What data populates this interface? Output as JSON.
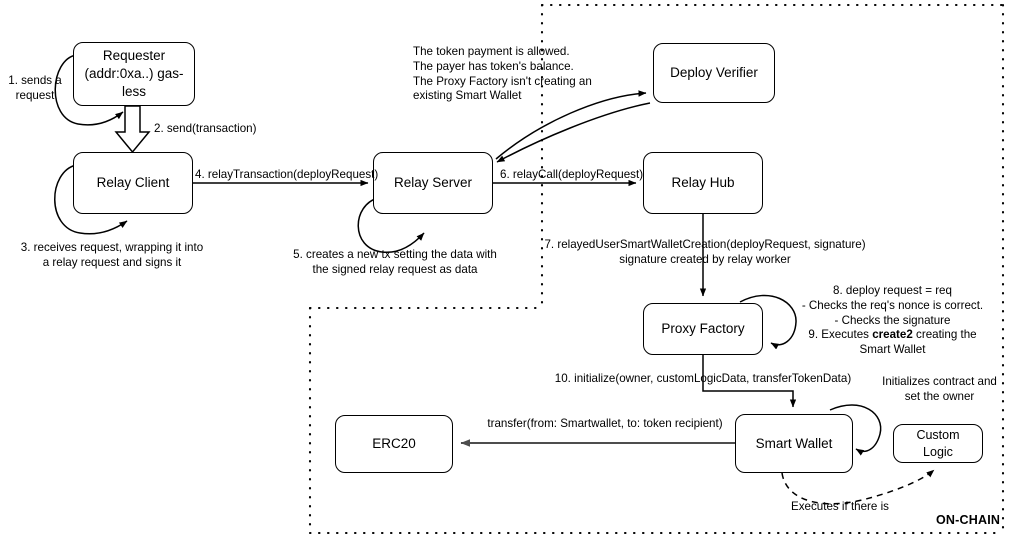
{
  "diagram": {
    "title_label": "ON-CHAIN",
    "nodes": [
      {
        "id": "requester",
        "name": "requester-node",
        "lines": "Requester\n(addr:0xa..)\ngas-less"
      },
      {
        "id": "relay_client",
        "name": "relay-client-node",
        "lines": "Relay Client"
      },
      {
        "id": "relay_server",
        "name": "relay-server-node",
        "lines": "Relay Server"
      },
      {
        "id": "deploy_verifier",
        "name": "deploy-verifier-node",
        "lines": "Deploy Verifier"
      },
      {
        "id": "relay_hub",
        "name": "relay-hub-node",
        "lines": "Relay Hub"
      },
      {
        "id": "proxy_factory",
        "name": "proxy-factory-node",
        "lines": "Proxy Factory"
      },
      {
        "id": "smart_wallet",
        "name": "smart-wallet-node",
        "lines": "Smart Wallet"
      },
      {
        "id": "custom_logic",
        "name": "custom-logic-node",
        "lines": "Custom Logic"
      },
      {
        "id": "erc20",
        "name": "erc20-node",
        "lines": "ERC20"
      }
    ],
    "labels": {
      "step1": "1. sends a\nrequest",
      "step2": "2. send(transaction)",
      "step3": "3. receives request, wrapping it into\na relay request and signs it",
      "step4": "4. relayTransaction(deployRequest)",
      "step5": "5. creates a new tx setting the data with\nthe signed relay request as data",
      "step6": "6. relayCall(deployRequest)",
      "step7": "7. relayedUserSmartWalletCreation(deployRequest, signature)\nsignature created by relay worker",
      "step10": "10. initialize(owner, customLogicData, transferTokenData)",
      "verifier_note": "The token payment is allowed.\nThe payer has token's balance.\nThe Proxy Factory isn't creating an\nexisting Smart Wallet",
      "factory_note_pre": "8. deploy request = req\n- Checks the req's nonce is correct.\n- Checks the signature\n9. Executes ",
      "factory_note_bold": "create2",
      "factory_note_post": " creating the\nSmart Wallet",
      "wallet_init_note": "Initializes contract and\nset the owner",
      "transfer": "transfer(from: Smartwallet, to: token recipient)",
      "executes_if": "Executes if there is"
    },
    "colors": {
      "stroke": "#000000",
      "transfer_arrow": "#4d4d4d",
      "boundary": "#000000"
    }
  }
}
